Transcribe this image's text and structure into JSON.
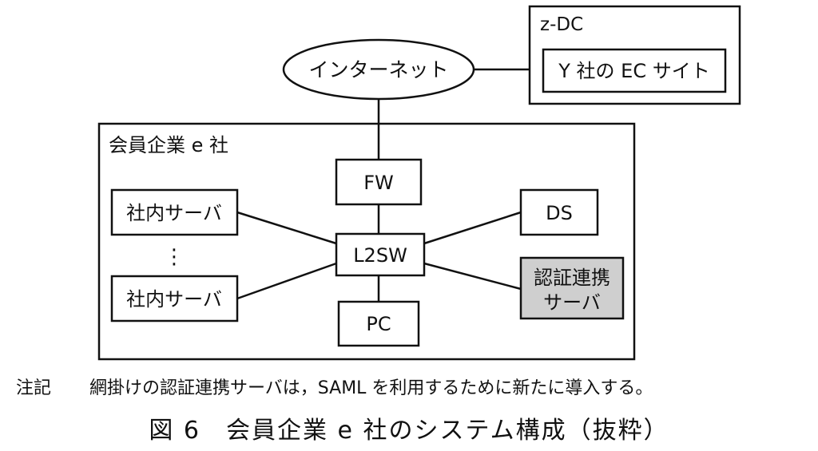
{
  "nodes": {
    "internet": "インターネット",
    "zdc_label": "z-DC",
    "ec_site": "Y 社の EC サイト",
    "company_label": "会員企業 e 社",
    "fw": "FW",
    "l2sw": "L2SW",
    "ds": "DS",
    "pc": "PC",
    "server_top": "社内サーバ",
    "server_bottom": "社内サーバ",
    "ellipsis": "⋮",
    "auth_line1": "認証連携",
    "auth_line2": "サーバ"
  },
  "note": {
    "prefix": "注記",
    "text": "網掛けの認証連携サーバは，SAML を利用するために新たに導入する。"
  },
  "caption": "図 6　会員企業 e 社のシステム構成（抜粋）",
  "colors": {
    "line": "#111111",
    "shade": "#cfcfcf",
    "background": "#ffffff"
  }
}
